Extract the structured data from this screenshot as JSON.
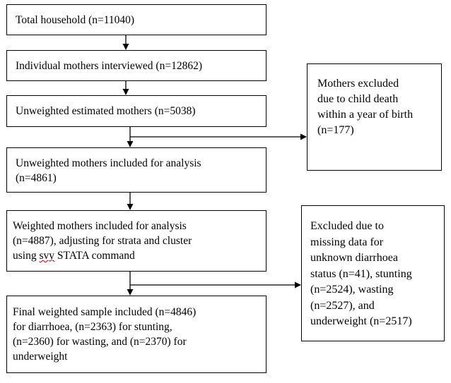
{
  "flowchart": {
    "main_boxes": [
      {
        "lines": [
          "Total household (n=11040)"
        ]
      },
      {
        "lines": [
          "Individual mothers interviewed (n=12862)"
        ]
      },
      {
        "lines": [
          "Unweighted estimated mothers (n=5038)"
        ]
      },
      {
        "lines": [
          "Unweighted mothers included for analysis",
          "(n=4861)"
        ]
      },
      {
        "lines": [
          "Weighted mothers included for analysis",
          "(n=4887), adjusting for strata and cluster",
          "using ",
          "svy",
          " STATA command"
        ]
      },
      {
        "lines": [
          "Final weighted sample included (n=4846)",
          "for diarrhoea, (n=2363) for stunting,",
          "(n=2360) for wasting, and (n=2370) for",
          "underweight"
        ]
      }
    ],
    "side_boxes": [
      {
        "lines": [
          "Mothers excluded",
          "due to child death",
          "within a year of birth",
          "(n=177)"
        ]
      },
      {
        "lines": [
          "Excluded due to",
          "missing data for",
          "unknown diarrhoea",
          "status (n=41), stunting",
          "(n=2524), wasting",
          "(n=2527), and",
          "underweight (n=2517)"
        ]
      }
    ]
  }
}
